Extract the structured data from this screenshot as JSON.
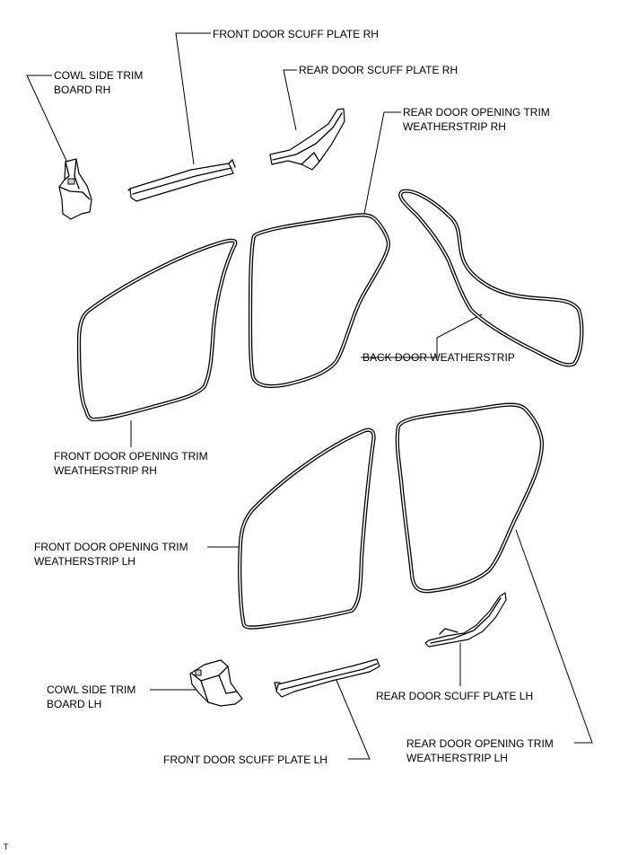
{
  "labels": {
    "front_door_scuff_plate_rh": "FRONT DOOR SCUFF PLATE RH",
    "cowl_side_trim_board_rh_1": "COWL SIDE TRIM",
    "cowl_side_trim_board_rh_2": "BOARD RH",
    "rear_door_scuff_plate_rh": "REAR DOOR SCUFF PLATE RH",
    "rear_door_opening_trim_weatherstrip_rh_1": "REAR DOOR OPENING TRIM",
    "rear_door_opening_trim_weatherstrip_rh_2": "WEATHERSTRIP RH",
    "back_door_weatherstrip": "BACK DOOR WEATHERSTRIP",
    "front_door_opening_trim_weatherstrip_rh_1": "FRONT DOOR OPENING TRIM",
    "front_door_opening_trim_weatherstrip_rh_2": "WEATHERSTRIP RH",
    "front_door_opening_trim_weatherstrip_lh_1": "FRONT DOOR OPENING TRIM",
    "front_door_opening_trim_weatherstrip_lh_2": "WEATHERSTRIP LH",
    "cowl_side_trim_board_lh_1": "COWL SIDE TRIM",
    "cowl_side_trim_board_lh_2": "BOARD LH",
    "rear_door_scuff_plate_lh": "REAR DOOR SCUFF PLATE LH",
    "front_door_scuff_plate_lh": "FRONT DOOR SCUFF PLATE LH",
    "rear_door_opening_trim_weatherstrip_lh_1": "REAR DOOR OPENING TRIM",
    "rear_door_opening_trim_weatherstrip_lh_2": "WEATHERSTRIP LH",
    "corner_mark": "T"
  }
}
